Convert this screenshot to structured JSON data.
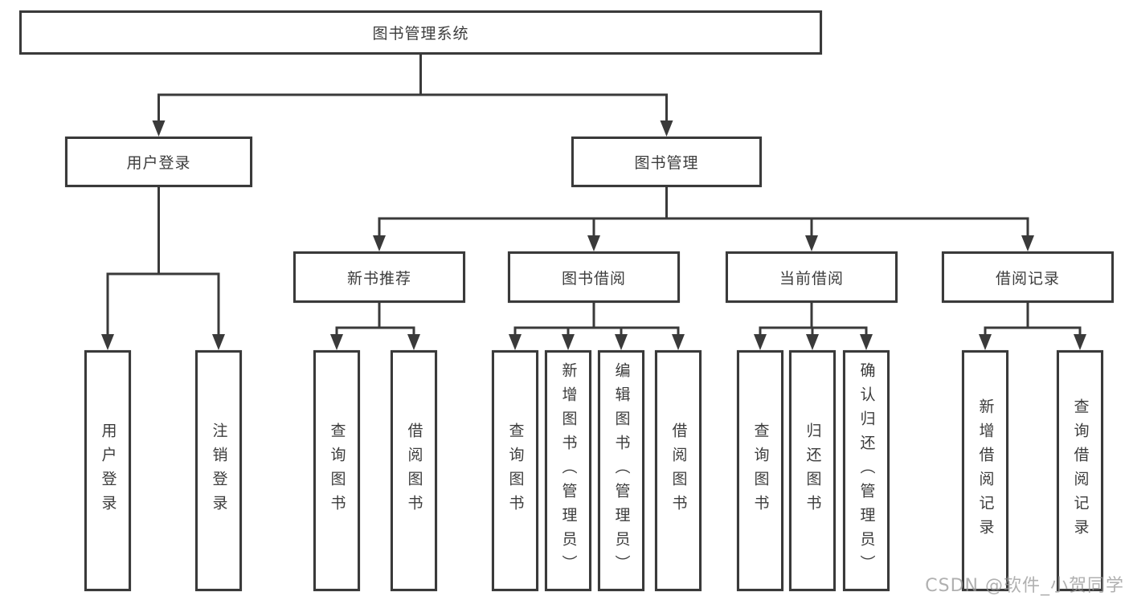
{
  "diagram": {
    "root": {
      "label": "图书管理系统"
    },
    "branches": [
      {
        "label": "用户登录",
        "children": [
          {
            "label": "用户登录"
          },
          {
            "label": "注销登录"
          }
        ]
      },
      {
        "label": "图书管理",
        "children": [
          {
            "label": "新书推荐",
            "children": [
              {
                "label": "查询图书"
              },
              {
                "label": "借阅图书"
              }
            ]
          },
          {
            "label": "图书借阅",
            "children": [
              {
                "label": "查询图书"
              },
              {
                "label": "新增图书（管理员）"
              },
              {
                "label": "编辑图书（管理员）"
              },
              {
                "label": "借阅图书"
              }
            ]
          },
          {
            "label": "当前借阅",
            "children": [
              {
                "label": "查询图书"
              },
              {
                "label": "归还图书"
              },
              {
                "label": "确认归还（管理员）"
              }
            ]
          },
          {
            "label": "借阅记录",
            "children": [
              {
                "label": "新增借阅记录"
              },
              {
                "label": "查询借阅记录"
              }
            ]
          }
        ]
      }
    ]
  },
  "watermark": "CSDN @软件_小贺同学",
  "colors": {
    "line": "#3a3a3a",
    "box_border": "#3a3a3a",
    "text": "#3c3c3c",
    "background": "#ffffff",
    "watermark": "#a5a5a5"
  }
}
